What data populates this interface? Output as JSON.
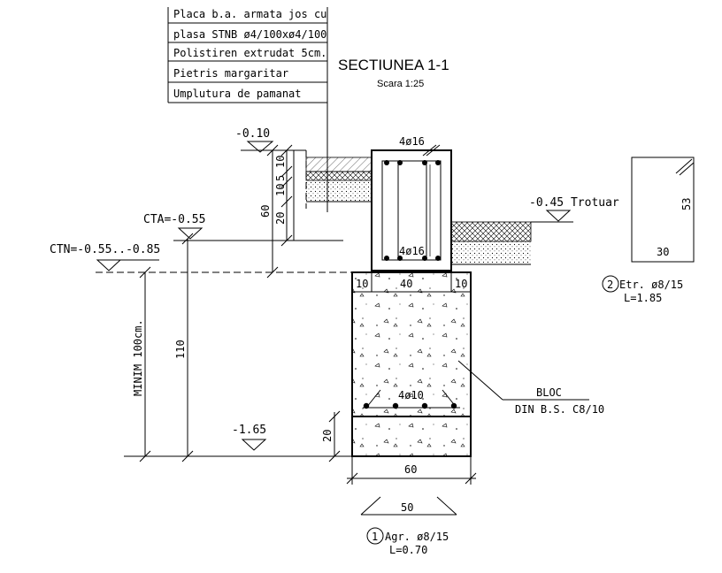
{
  "title": "SECTIUNEA 1-1",
  "scale": "Scara 1:25",
  "layers": [
    "Placa b.a. armata jos cu",
    "plasa STNB ø4/100xø4/100",
    "Polistiren extrudat 5cm.",
    "Pietris margaritar",
    "Umplutura de pamanat"
  ],
  "levels": {
    "top_fill": "-0.10",
    "cta": "CTA=-0.55",
    "ctn": "CTN=-0.55..-0.85",
    "trotuar": "-0.45 Trotuar",
    "foundation_bottom": "-1.65"
  },
  "dimensions": {
    "d10": "10",
    "d5": "5",
    "d10b": "10",
    "d20": "20",
    "d60_vertical": "60",
    "minim": "MINIM 100cm.",
    "d110": "110",
    "d20_bottom": "20",
    "w10_left": "10",
    "w40": "40",
    "w10_right": "10",
    "w60": "60"
  },
  "rebars": {
    "top": "4ø16",
    "bottom": "4ø16",
    "footing": "4ø10"
  },
  "bloc_label": [
    "BLOC",
    "DIN B.S. C8/10"
  ],
  "stirrup": {
    "number": "2",
    "text": "Etr. ø8/15",
    "length": "L=1.85",
    "height": "53",
    "width": "30"
  },
  "agrafa": {
    "number": "1",
    "text": "Agr. ø8/15",
    "length": "L=0.70",
    "width": "50"
  }
}
